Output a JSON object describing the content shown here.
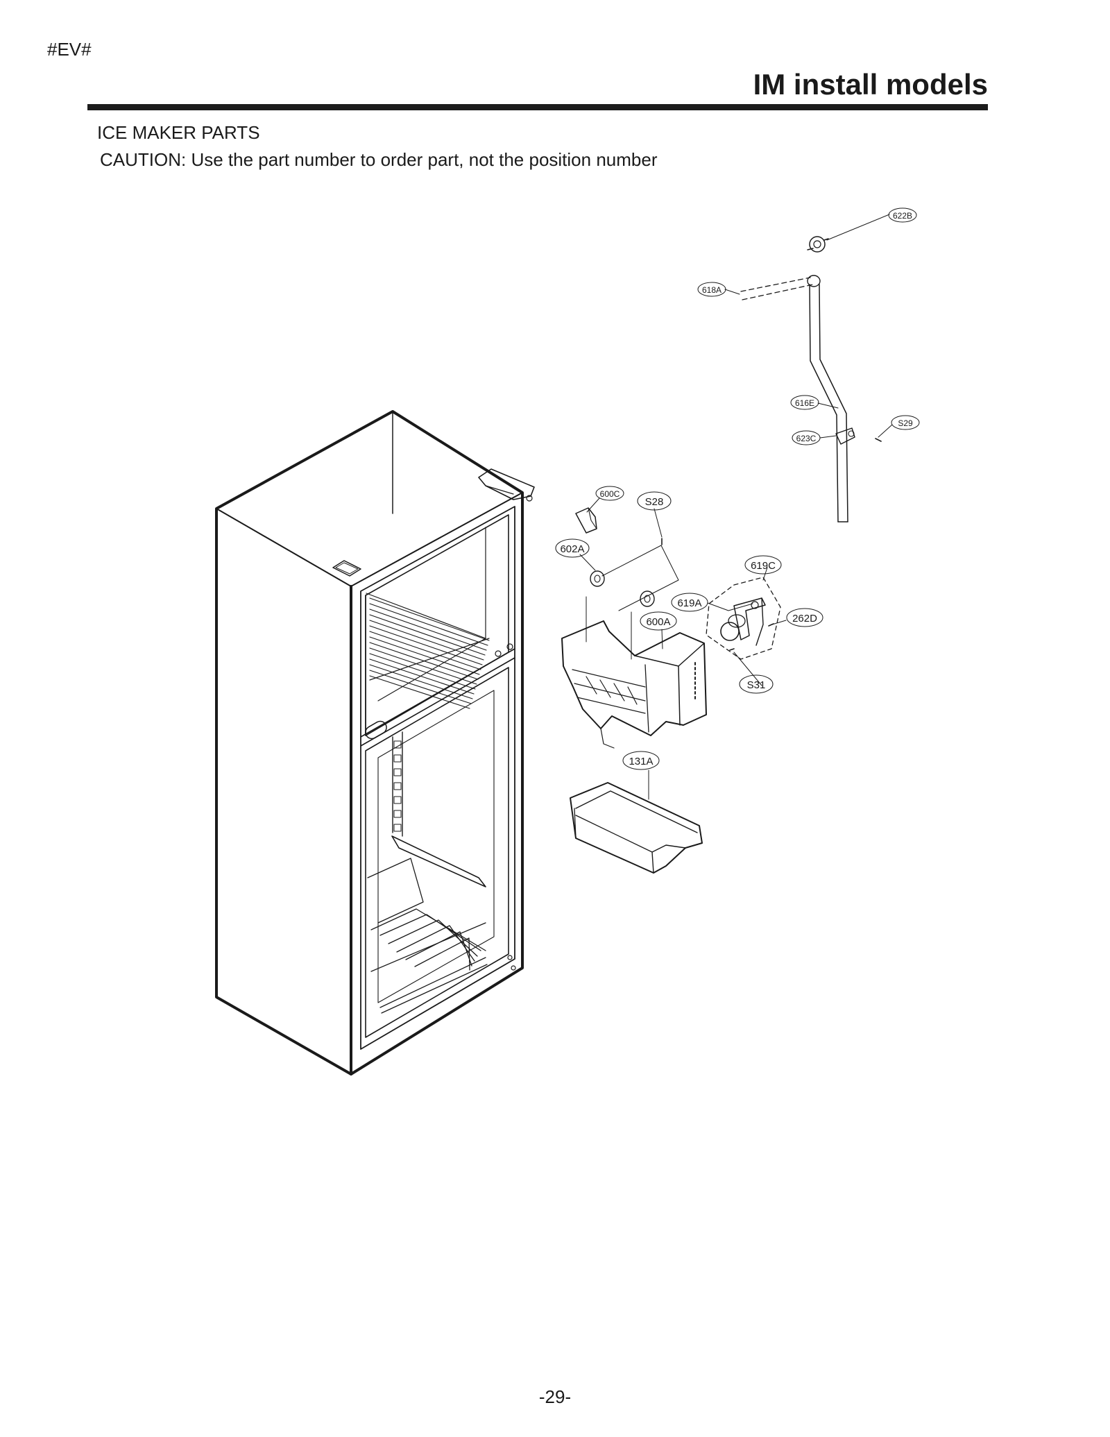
{
  "header": {
    "code": "#EV#",
    "title": "IM install models"
  },
  "section": {
    "title": "ICE MAKER PARTS",
    "caution": "CAUTION: Use the part number to order part, not the position number"
  },
  "callouts": {
    "c622B": "622B",
    "c618A": "618A",
    "c616E": "616E",
    "cS29": "S29",
    "c623C": "623C",
    "c600C": "600C",
    "cS28": "S28",
    "c602A": "602A",
    "c619C": "619C",
    "c619A": "619A",
    "c262D": "262D",
    "c600A": "600A",
    "cS31": "S31",
    "c131A": "131A"
  },
  "footer": {
    "page_number": "-29-"
  }
}
